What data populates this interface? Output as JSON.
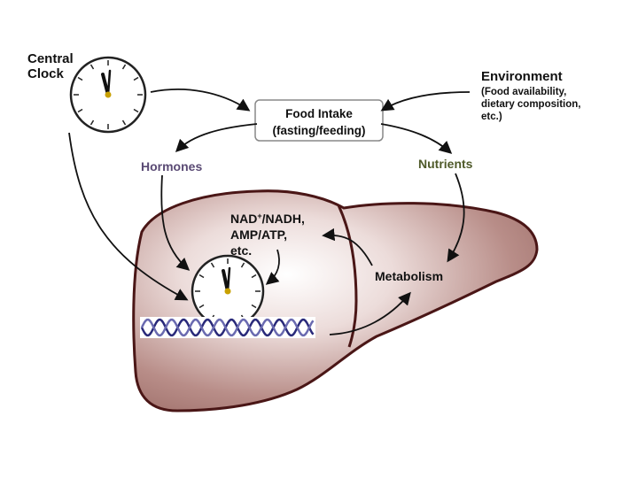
{
  "central_clock": {
    "line1": "Central",
    "line2": "Clock"
  },
  "environment": {
    "title": "Environment",
    "line1": "(Food availability,",
    "line2": "dietary composition,",
    "line3": "etc.)"
  },
  "food_intake": {
    "line1": "Food Intake",
    "line2": "(fasting/feeding)"
  },
  "hormones": "Hormones",
  "nutrients": "Nutrients",
  "cofactors": {
    "line1": "NAD",
    "line1_sup": "+",
    "line1_rest": "/NADH,",
    "line2": "AMP/ATP,",
    "line3": "etc."
  },
  "metabolism": "Metabolism",
  "colors": {
    "liver_fill": "#c8a6a2",
    "liver_outline": "#4a1616",
    "hormones_text": "#5a4a74",
    "nutrients_text": "#4f5a2a",
    "arrow": "#111111",
    "dna_strand": "#2a2a7a"
  },
  "icons": [
    "clock-icon",
    "dna-helix-icon",
    "liver-icon"
  ]
}
